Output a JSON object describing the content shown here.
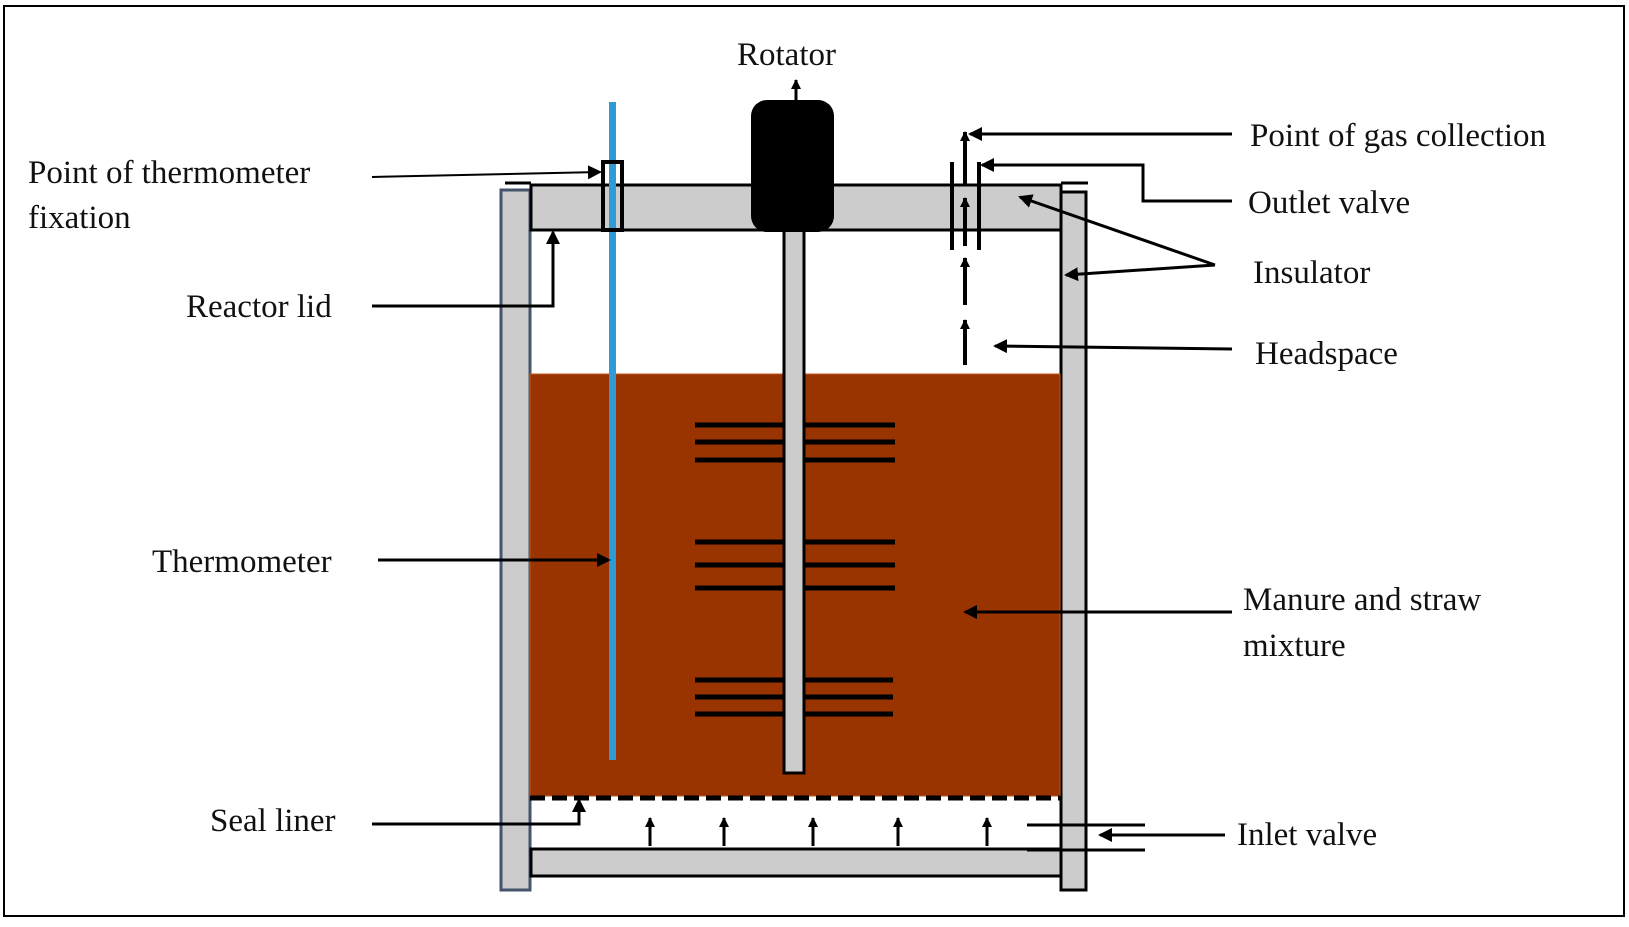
{
  "labels": {
    "rotator": "Rotator",
    "point_of_gas_collection": "Point of gas collection",
    "point_of_thermometer_fixation_line1": "Point of thermometer",
    "point_of_thermometer_fixation_line2": "fixation",
    "outlet_valve": "Outlet valve",
    "insulator": "Insulator",
    "reactor_lid": "Reactor lid",
    "headspace": "Headspace",
    "thermometer": "Thermometer",
    "manure_line1": "Manure and straw",
    "manure_line2": "mixture",
    "seal_liner": "Seal liner",
    "inlet_valve": "Inlet valve"
  },
  "colors": {
    "frame": "#000000",
    "insulator_fill": "#cccccc",
    "left_wall_stroke": "#44546a",
    "mixture_fill": "#993300",
    "thermometer": "#2e9bd6",
    "rotator_motor": "#000000"
  }
}
